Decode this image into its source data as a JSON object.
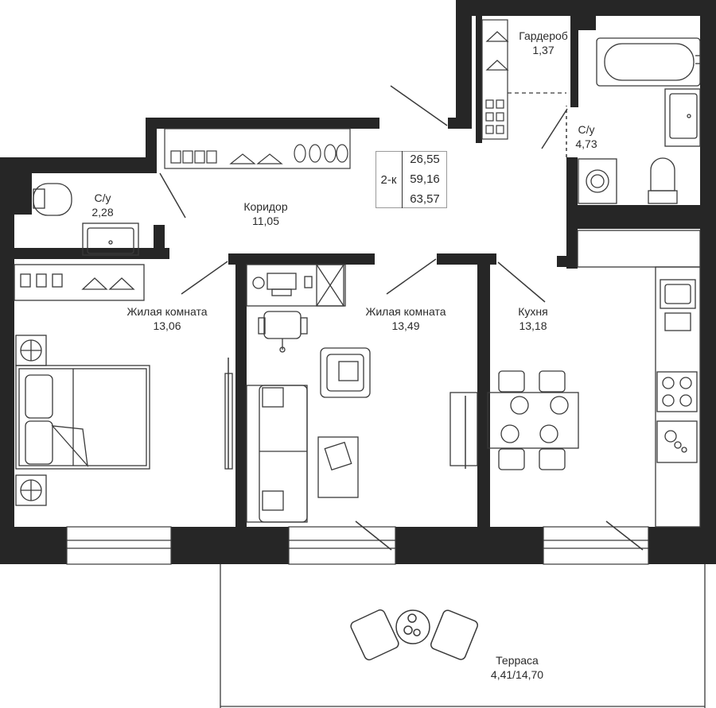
{
  "apartment": {
    "type": "2-к",
    "areas": [
      "26,55",
      "59,16",
      "63,57"
    ]
  },
  "rooms": {
    "wardrobe": {
      "name": "Гардероб",
      "area": "1,37"
    },
    "bathroom_large": {
      "name": "С/у",
      "area": "4,73"
    },
    "bathroom_small": {
      "name": "С/у",
      "area": "2,28"
    },
    "corridor": {
      "name": "Коридор",
      "area": "11,05"
    },
    "bedroom": {
      "name": "Жилая комната",
      "area": "13,06"
    },
    "living_room": {
      "name": "Жилая комната",
      "area": "13,49"
    },
    "kitchen": {
      "name": "Кухня",
      "area": "13,18"
    },
    "terrace": {
      "name": "Терраса",
      "area": "4,41/14,70"
    }
  },
  "colors": {
    "wall": "#262626",
    "line": "#3a3a3a",
    "fill": "#ffffff"
  }
}
